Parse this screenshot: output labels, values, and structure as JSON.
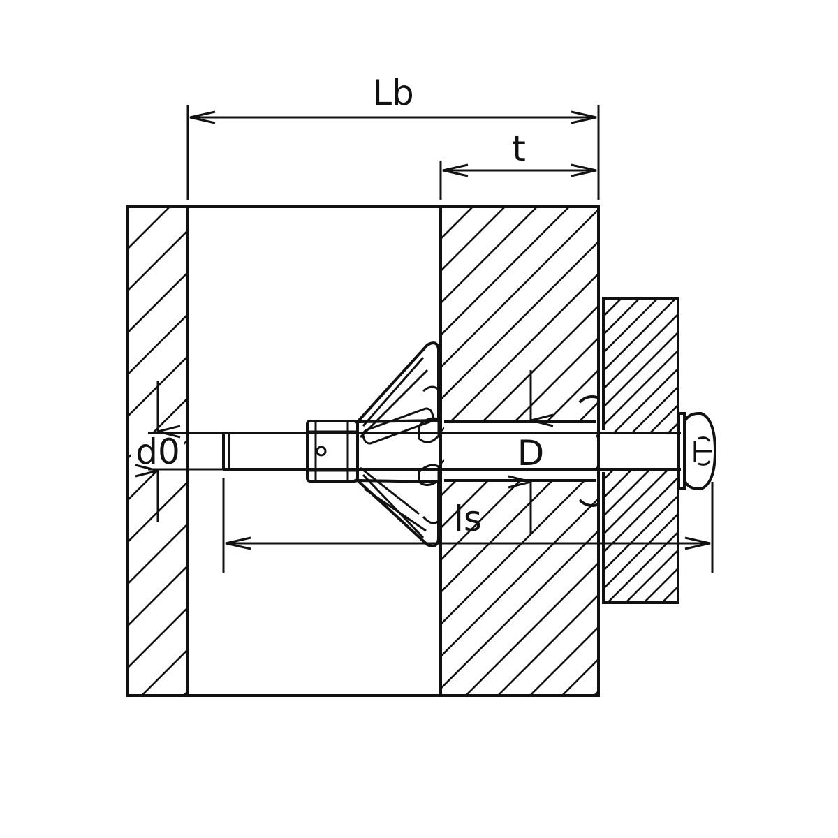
{
  "diagram": {
    "dimensions": {
      "Lb": "Lb",
      "t": "t",
      "d0": "d0",
      "D": "D",
      "ls": "ls"
    },
    "colors": {
      "line": "#111111",
      "background": "#ffffff"
    }
  }
}
